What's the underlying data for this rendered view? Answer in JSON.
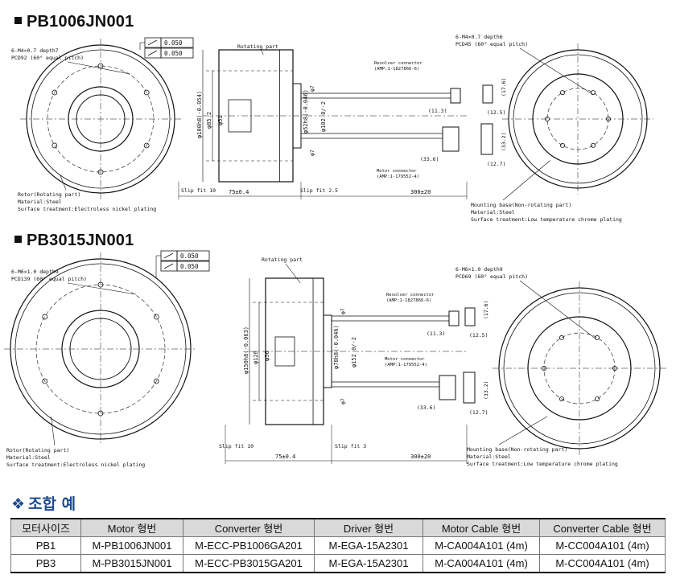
{
  "models": [
    {
      "title": "PB1006JN001",
      "tol1": "0.050",
      "tol2": "0.050",
      "front_hole_note": [
        "6-M4×0.7 depth7",
        "PCD92 (60° equal pitch)"
      ],
      "rotor_note": [
        "Rotor(Rotating part)",
        "Material:Steel",
        "Surface treatment:Electroless nickel plating"
      ],
      "rotating_part": "Rotating part",
      "dim_od": "φ100h8(-0.054)",
      "dim_bore1": "φ85.2",
      "dim_bore2": "φ51",
      "dim_shaft": "φ52h8(-0.046)",
      "dim_base": "φ102 0/-2",
      "dim_cable1": "φ7",
      "dim_cable2": "φ7",
      "slip_left": "Slip fit 10",
      "slip_right": "Slip fit 2.5",
      "dim_len": "75±0.4",
      "dim_cable_len": "300±20",
      "resolver_label": [
        "Resolver connector",
        "(AMP:1-1827866-6)"
      ],
      "motor_label": [
        "Motor connector",
        "(AMP:1-179552-4)"
      ],
      "dim_11": "(11.3)",
      "dim_12_5": "(12.5)",
      "dim_17_6": "(17.6)",
      "dim_33_6": "(33.6)",
      "dim_33_2": "(33.2)",
      "dim_12_7": "(12.7)",
      "rear_hole_note": [
        "6-M4×0.7 depth6",
        "PCD45 (60° equal pitch)"
      ],
      "base_note": [
        "Mounting base(Non-rotating part)",
        "Material:Steel",
        "Surface treatment:Low temperature chrome plating"
      ]
    },
    {
      "title": "PB3015JN001",
      "tol1": "0.050",
      "tol2": "0.050",
      "front_hole_note": [
        "6-M6×1.0 depth9",
        "PCD139 (60° equal pitch)"
      ],
      "rotor_note": [
        "Rotor(Rotating part)",
        "Material:Steel",
        "Surface treatment:Electroless nickel plating"
      ],
      "rotating_part": "Rotating part",
      "dim_od": "φ150h8(-0.063)",
      "dim_bore1": "φ126",
      "dim_bore2": "φ56",
      "dim_shaft": "φ78h8(-0.046)",
      "dim_base": "φ152 0/-2",
      "dim_cable1": "φ7",
      "dim_cable2": "φ7",
      "slip_left": "Slip fit 10",
      "slip_right": "Slip fit 3",
      "dim_len": "75±0.4",
      "dim_cable_len": "300±20",
      "resolver_label": [
        "Resolver connector",
        "(AMP:1-1827866-6)"
      ],
      "motor_label": [
        "Motor connector",
        "(AMP:1-179552-4)"
      ],
      "dim_11": "(11.3)",
      "dim_12_5": "(12.5)",
      "dim_17_6": "(17.6)",
      "dim_33_6": "(33.6)",
      "dim_33_2": "(33.2)",
      "dim_12_7": "(12.7)",
      "rear_hole_note": [
        "6-M6×1.0 depth9",
        "PCD69 (60° equal pitch)"
      ],
      "base_note": [
        "Mounting base(Non-rotating part)",
        "Material:Steel",
        "Surface treatment:Low temperature chrome plating"
      ]
    }
  ],
  "combo": {
    "section_title": "조합 예",
    "headers": [
      "모터사이즈",
      "Motor 형번",
      "Converter 형번",
      "Driver 형번",
      "Motor Cable 형번",
      "Converter Cable 형번"
    ],
    "rows": [
      [
        "PB1",
        "M-PB1006JN001",
        "M-ECC-PB1006GA201",
        "M-EGA-15A2301",
        "M-CA004A101 (4m)",
        "M-CC004A101 (4m)"
      ],
      [
        "PB3",
        "M-PB3015JN001",
        "M-ECC-PB3015GA201",
        "M-EGA-15A2301",
        "M-CA004A101 (4m)",
        "M-CC004A101 (4m)"
      ]
    ]
  }
}
